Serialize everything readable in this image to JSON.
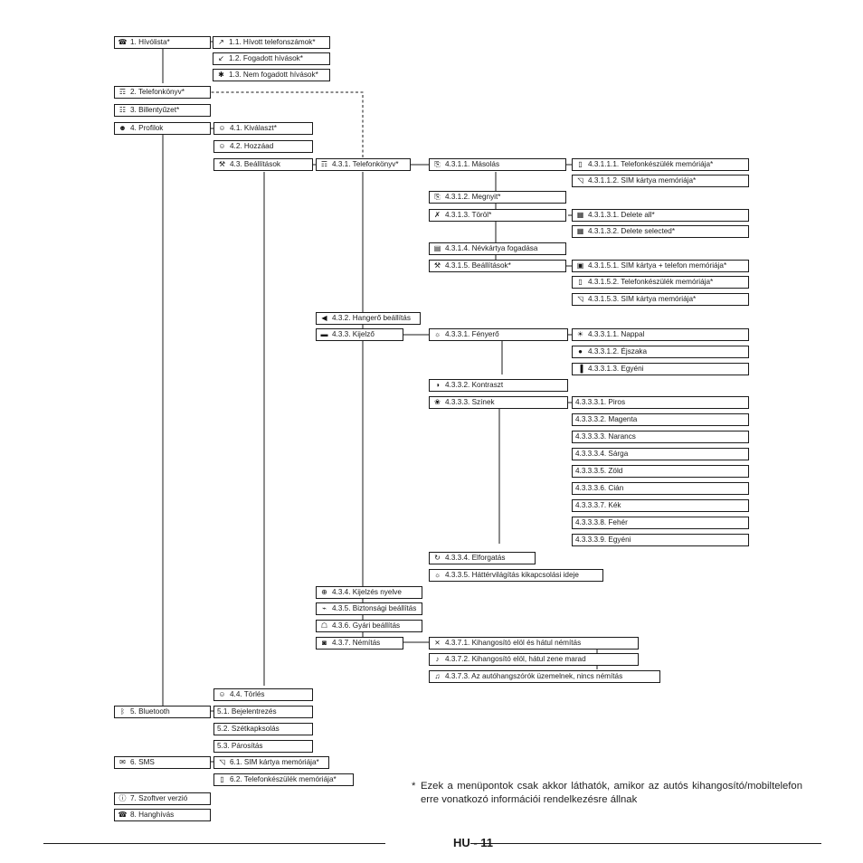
{
  "nodes": [
    {
      "id": "n1",
      "label": "1. Hívólista*",
      "icon": "call-list"
    },
    {
      "id": "n1_1",
      "label": "1.1. Hívott telefonszámok*",
      "icon": "outgoing-call"
    },
    {
      "id": "n1_2",
      "label": "1.2. Fogadott hívások*",
      "icon": "incoming-call"
    },
    {
      "id": "n1_3",
      "label": "1.3. Nem fogadott hívások*",
      "icon": "missed-call"
    },
    {
      "id": "n2",
      "label": "2. Telefonkönyv*",
      "icon": "phonebook"
    },
    {
      "id": "n3",
      "label": "3. Billentyűzet*",
      "icon": "keypad"
    },
    {
      "id": "n4",
      "label": "4. Profilok",
      "icon": "profiles"
    },
    {
      "id": "n4_1",
      "label": "4.1. Kiválaszt*",
      "icon": "profile-select"
    },
    {
      "id": "n4_2",
      "label": "4.2. Hozzáad",
      "icon": "profile-add"
    },
    {
      "id": "n4_3",
      "label": "4.3. Beállítások",
      "icon": "profile-settings"
    },
    {
      "id": "n4_3_1",
      "label": "4.3.1. Telefonkönyv*",
      "icon": "phonebook"
    },
    {
      "id": "n4_3_1_1",
      "label": "4.3.1.1. Másolás",
      "icon": "copy"
    },
    {
      "id": "n4_3_1_1_1",
      "label": "4.3.1.1.1. Telefonkészülék memóriája*",
      "icon": "phone-memory"
    },
    {
      "id": "n4_3_1_1_2",
      "label": "4.3.1.1.2. SIM kártya memóriája*",
      "icon": "sim-card"
    },
    {
      "id": "n4_3_1_2",
      "label": "4.3.1.2. Megnyit*",
      "icon": "open"
    },
    {
      "id": "n4_3_1_3",
      "label": "4.3.1.3. Töröl*",
      "icon": "delete"
    },
    {
      "id": "n4_3_1_3_1",
      "label": "4.3.1.3.1. Delete all*",
      "icon": "delete-all"
    },
    {
      "id": "n4_3_1_3_2",
      "label": "4.3.1.3.2. Delete selected*",
      "icon": "delete-selected"
    },
    {
      "id": "n4_3_1_4",
      "label": "4.3.1.4. Névkártya fogadása",
      "icon": "business-card"
    },
    {
      "id": "n4_3_1_5",
      "label": "4.3.1.5. Beállítások*",
      "icon": "phonebook-settings"
    },
    {
      "id": "n4_3_1_5_1",
      "label": "4.3.1.5.1. SIM kártya + telefon memóriája*",
      "icon": "sim-and-phone"
    },
    {
      "id": "n4_3_1_5_2",
      "label": "4.3.1.5.2. Telefonkészülék memóriája*",
      "icon": "phone-memory"
    },
    {
      "id": "n4_3_1_5_3",
      "label": "4.3.1.5.3. SIM kártya memóriája*",
      "icon": "sim-card"
    },
    {
      "id": "n4_3_2",
      "label": "4.3.2. Hangerő beállítás",
      "icon": "speaker"
    },
    {
      "id": "n4_3_3",
      "label": "4.3.3. Kijelző",
      "icon": "display"
    },
    {
      "id": "n4_3_3_1",
      "label": "4.3.3.1. Fényerő",
      "icon": "sun"
    },
    {
      "id": "n4_3_3_1_1",
      "label": "4.3.3.1.1. Nappal",
      "icon": "day"
    },
    {
      "id": "n4_3_3_1_2",
      "label": "4.3.3.1.2. Éjszaka",
      "icon": "night"
    },
    {
      "id": "n4_3_3_1_3",
      "label": "4.3.3.1.3. Egyéni",
      "icon": "level-bars"
    },
    {
      "id": "n4_3_3_2",
      "label": "4.3.3.2. Kontraszt",
      "icon": "contrast"
    },
    {
      "id": "n4_3_3_3",
      "label": "4.3.3.3. Színek",
      "icon": "colors"
    },
    {
      "id": "c1",
      "label": "4.3.3.3.1. Piros",
      "icon": ""
    },
    {
      "id": "c2",
      "label": "4.3.3.3.2. Magenta",
      "icon": ""
    },
    {
      "id": "c3",
      "label": "4.3.3.3.3. Narancs",
      "icon": ""
    },
    {
      "id": "c4",
      "label": "4.3.3.3.4. Sárga",
      "icon": ""
    },
    {
      "id": "c5",
      "label": "4.3.3.3.5. Zöld",
      "icon": ""
    },
    {
      "id": "c6",
      "label": "4.3.3.3.6. Cián",
      "icon": ""
    },
    {
      "id": "c7",
      "label": "4.3.3.3.7. Kék",
      "icon": ""
    },
    {
      "id": "c8",
      "label": "4.3.3.3.8. Fehér",
      "icon": ""
    },
    {
      "id": "c9",
      "label": "4.3.3.3.9. Egyéni",
      "icon": ""
    },
    {
      "id": "n4_3_3_4",
      "label": "4.3.3.4. Elforgatás",
      "icon": "rotate"
    },
    {
      "id": "n4_3_3_5",
      "label": "4.3.3.5. Háttérvilágítás kikapcsolási ideje",
      "icon": "backlight"
    },
    {
      "id": "n4_3_4",
      "label": "4.3.4. Kijelzés nyelve",
      "icon": "language"
    },
    {
      "id": "n4_3_5",
      "label": "4.3.5. Biztonsági beállítás",
      "icon": "lock"
    },
    {
      "id": "n4_3_6",
      "label": "4.3.6. Gyári beállítás",
      "icon": "factory"
    },
    {
      "id": "n4_3_7",
      "label": "4.3.7. Némítás",
      "icon": "mute"
    },
    {
      "id": "n4_3_7_1",
      "label": "4.3.7.1. Kihangosító elöl és hátul némítás",
      "icon": "mute-both"
    },
    {
      "id": "n4_3_7_2",
      "label": "4.3.7.2. Kihangosító elöl, hátul zene marad",
      "icon": "mute-front"
    },
    {
      "id": "n4_3_7_3",
      "label": "4.3.7.3. Az autóhangszórók üzemelnek, nincs némítás",
      "icon": "no-mute"
    },
    {
      "id": "n4_4",
      "label": "4.4. Törlés",
      "icon": "profile-delete"
    },
    {
      "id": "n5",
      "label": "5. Bluetooth",
      "icon": "bluetooth"
    },
    {
      "id": "n5_1",
      "label": "5.1. Bejelentrezés",
      "icon": ""
    },
    {
      "id": "n5_2",
      "label": "5.2. Szétkapksolás",
      "icon": ""
    },
    {
      "id": "n5_3",
      "label": "5.3. Párosítás",
      "icon": ""
    },
    {
      "id": "n6",
      "label": "6. SMS",
      "icon": "sms"
    },
    {
      "id": "n6_1",
      "label": "6.1. SIM kártya memóriája*",
      "icon": "sim-card"
    },
    {
      "id": "n6_2",
      "label": "6.2. Telefonkészülék memóriája*",
      "icon": "phone-memory"
    },
    {
      "id": "n7",
      "label": "7. Szoftver verzió",
      "icon": "info"
    },
    {
      "id": "n8",
      "label": "8. Hanghívás",
      "icon": "voice-dial"
    }
  ],
  "footnote": {
    "marker": "*",
    "text": "Ezek a menüpontok csak akkor láthatók, amikor az autós kihangosító/mobiltelefon erre vonatkozó információi rendelkezésre állnak"
  },
  "page_label": "HU - 11"
}
